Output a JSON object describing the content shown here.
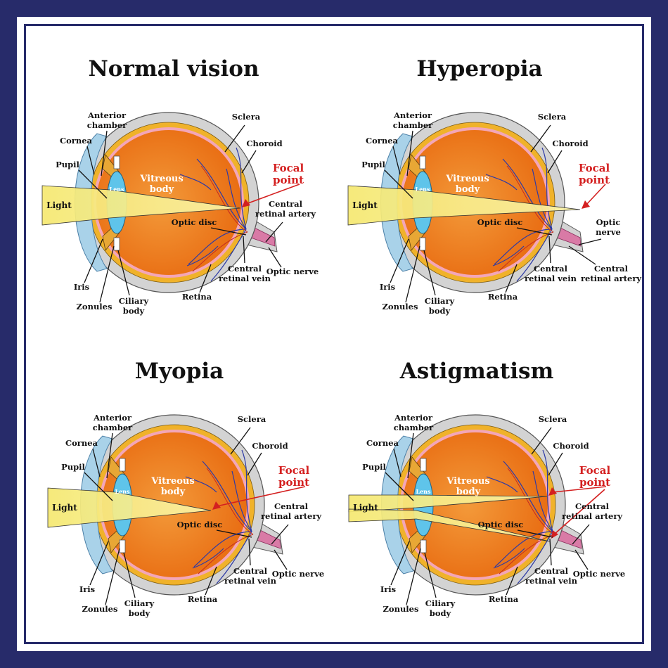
{
  "panels": [
    {
      "key": "normal",
      "title": "Normal vision",
      "labels": {
        "anterior_chamber": [
          "Anterior",
          "chamber"
        ],
        "cornea": "Cornea",
        "pupil": "Pupil",
        "lens": "Lens",
        "light": "Light",
        "vitreous_body": [
          "Vitreous",
          "body"
        ],
        "sclera": "Sclera",
        "choroid": "Choroid",
        "focal_point": [
          "Focal",
          "point"
        ],
        "central_retinal_artery": [
          "Central",
          "retinal artery"
        ],
        "optic_disc": "Optic disc",
        "optic_nerve": "Optic nerve",
        "central_retinal_vein": [
          "Central",
          "retinal vein"
        ],
        "retina": "Retina",
        "iris": "Iris",
        "zonules": "Zonules",
        "ciliary_body": [
          "Ciliary",
          "body"
        ]
      }
    },
    {
      "key": "hyperopia",
      "title": "Hyperopia",
      "labels": {
        "anterior_chamber": [
          "Anterior",
          "chamber"
        ],
        "cornea": "Cornea",
        "pupil": "Pupil",
        "lens": "Lens",
        "light": "Light",
        "vitreous_body": [
          "Vitreous",
          "body"
        ],
        "sclera": "Sclera",
        "choroid": "Choroid",
        "focal_point": [
          "Focal",
          "point"
        ],
        "optic_disc": "Optic disc",
        "optic_nerve": [
          "Optic",
          "nerve"
        ],
        "central_retinal_artery": [
          "Central",
          "retinal artery"
        ],
        "central_retinal_vein": [
          "Central",
          "retinal vein"
        ],
        "retina": "Retina",
        "iris": "Iris",
        "zonules": "Zonules",
        "ciliary_body": [
          "Ciliary",
          "body"
        ]
      }
    },
    {
      "key": "myopia",
      "title": "Myopia",
      "labels": {
        "anterior_chamber": [
          "Anterior",
          "chamber"
        ],
        "cornea": "Cornea",
        "pupil": "Pupil",
        "lens": "Lens",
        "light": "Light",
        "vitreous_body": [
          "Vitreous",
          "body"
        ],
        "sclera": "Sclera",
        "choroid": "Choroid",
        "focal_point": [
          "Focal",
          "point"
        ],
        "central_retinal_artery": [
          "Central",
          "retinal artery"
        ],
        "optic_disc": "Optic disc",
        "optic_nerve": "Optic nerve",
        "central_retinal_vein": [
          "Central",
          "retinal vein"
        ],
        "retina": "Retina",
        "iris": "Iris",
        "zonules": "Zonules",
        "ciliary_body": [
          "Ciliary",
          "body"
        ]
      }
    },
    {
      "key": "astigmatism",
      "title": "Astigmatism",
      "labels": {
        "anterior_chamber": [
          "Anterior",
          "chamber"
        ],
        "cornea": "Cornea",
        "pupil": "Pupil",
        "lens": "Lens",
        "light": "Light",
        "vitreous_body": [
          "Vitreous",
          "body"
        ],
        "sclera": "Sclera",
        "choroid": "Choroid",
        "focal_point": [
          "Focal",
          "point"
        ],
        "central_retinal_artery": [
          "Central",
          "retinal artery"
        ],
        "optic_disc": "Optic disc",
        "optic_nerve": "Optic nerve",
        "central_retinal_vein": [
          "Central",
          "retinal vein"
        ],
        "retina": "Retina",
        "iris": "Iris",
        "zonules": "Zonules",
        "ciliary_body": [
          "Ciliary",
          "body"
        ]
      }
    }
  ],
  "colors": {
    "frame": "#272b6a",
    "sclera": "#d3d3d3",
    "choroid": "#f0b22a",
    "vitreous": "#e86a10",
    "retina_band": "#f3a6b8",
    "cornea": "#a9d2e9",
    "lens": "#5fc4ea",
    "light_beam": "#f5e870",
    "vessels": "#2d3aa6",
    "focal_label": "#d42020"
  }
}
